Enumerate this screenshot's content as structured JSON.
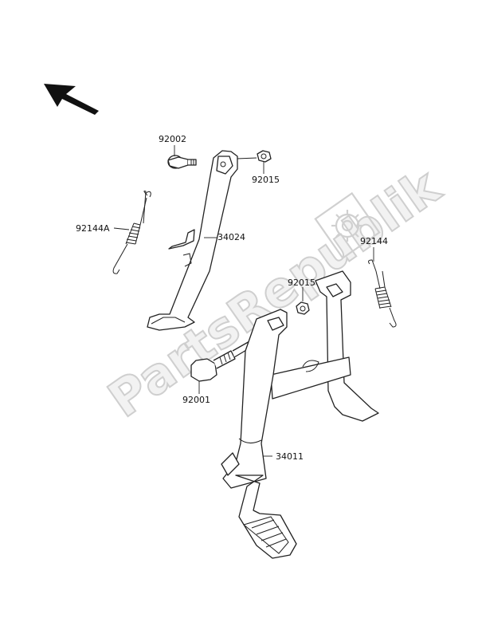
{
  "watermark": "PartsRepublik",
  "labels": {
    "p92002": "92002",
    "p92015_top": "92015",
    "p92144A": "92144A",
    "p34024": "34024",
    "p92144": "92144",
    "p92015_mid": "92015",
    "p92001": "92001",
    "p34011": "34011"
  },
  "icons": {
    "direction": "arrow-up-left-icon",
    "watermark_logo": "gear-icon"
  }
}
